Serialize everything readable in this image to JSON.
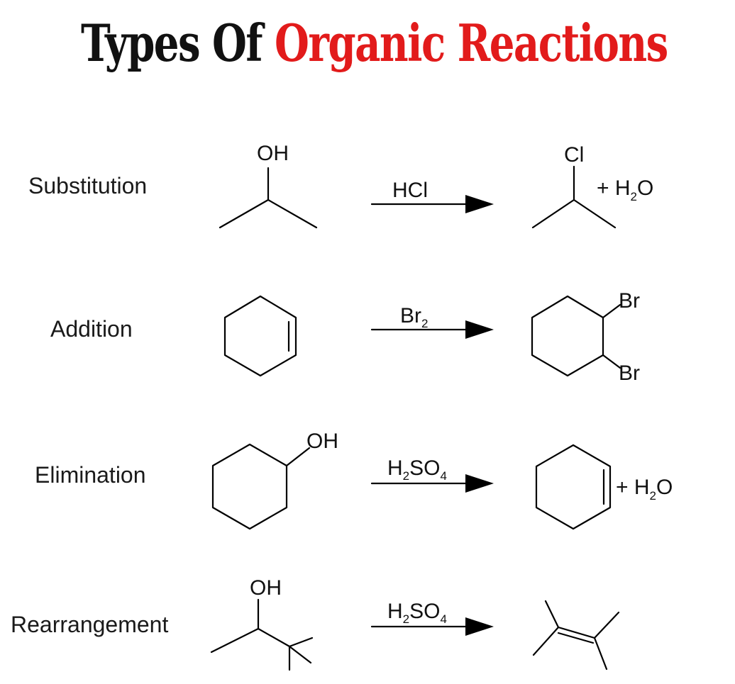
{
  "title": {
    "part1": "Types Of",
    "part2": "Organic Reactions",
    "color_dark": "#111111",
    "color_accent": "#e21b1b"
  },
  "reactions": [
    {
      "label": "Substitution",
      "reactant_group": "OH",
      "reagent": "HCl",
      "product_group": "Cl",
      "byproduct": "+ H",
      "byproduct_sub": "2",
      "byproduct_tail": "O"
    },
    {
      "label": "Addition",
      "reagent_main": "Br",
      "reagent_sub": "2",
      "product_group_1": "Br",
      "product_group_2": "Br"
    },
    {
      "label": "Elimination",
      "reactant_group": "OH",
      "reagent_h": "H",
      "reagent_sub1": "2",
      "reagent_so": "SO",
      "reagent_sub2": "4",
      "byproduct": "+ H",
      "byproduct_sub": "2",
      "byproduct_tail": "O"
    },
    {
      "label": "Rearrangement",
      "reactant_group": "OH",
      "reagent_h": "H",
      "reagent_sub1": "2",
      "reagent_so": "SO",
      "reagent_sub2": "4"
    }
  ]
}
